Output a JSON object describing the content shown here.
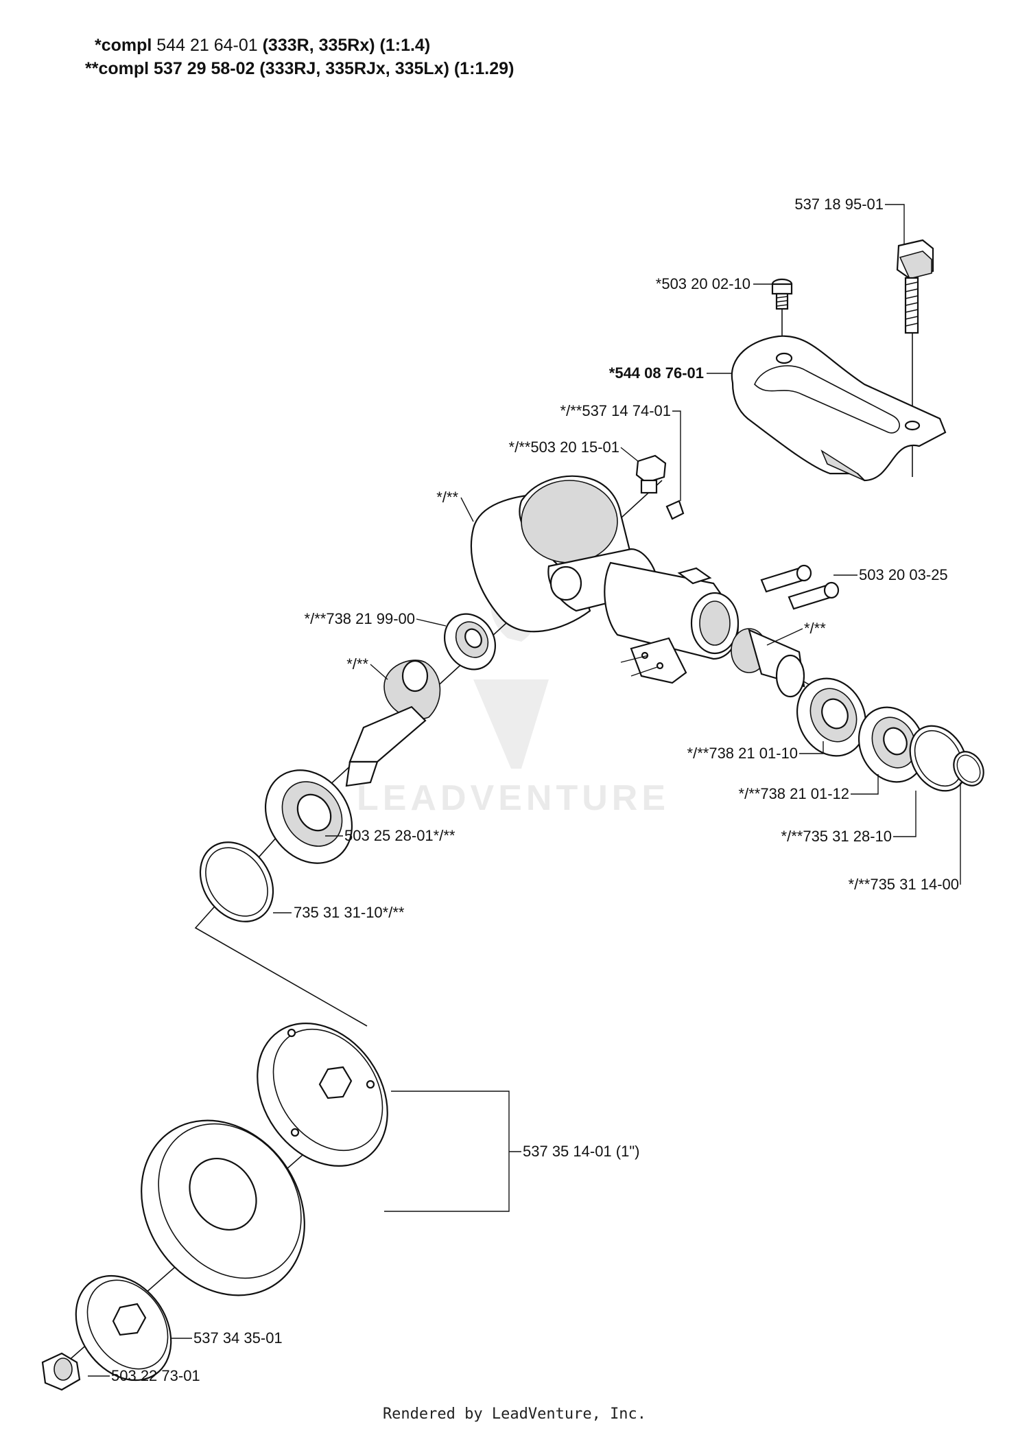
{
  "header": {
    "line1": {
      "prefix": "*compl",
      "number": " 544 21 64-01 ",
      "models": "(333R, 335Rx) (1:1.4)"
    },
    "line2": {
      "prefix": "**compl",
      "number": " 537 29 58-02 ",
      "models": "(333RJ, 335RJx, 335Lx) (1:1.29)"
    }
  },
  "watermark": {
    "text": "LEADVENTURE",
    "color": "#e6e6e6"
  },
  "footer": {
    "text": "Rendered by LeadVenture, Inc."
  },
  "callouts": [
    {
      "id": "c1",
      "label": "537 18 95-01",
      "bold": false
    },
    {
      "id": "c2",
      "label": "*503 20 02-10",
      "bold": false
    },
    {
      "id": "c3",
      "label": "*544 08 76-01",
      "bold": true
    },
    {
      "id": "c4",
      "label": "*/**537 14 74-01",
      "bold": false
    },
    {
      "id": "c5",
      "label": "*/**503 20 15-01",
      "bold": false
    },
    {
      "id": "c6",
      "label": "*/**",
      "bold": false
    },
    {
      "id": "c7",
      "label": "503 20 03-25",
      "bold": false
    },
    {
      "id": "c8",
      "label": "*/**738 21 99-00",
      "bold": false
    },
    {
      "id": "c9",
      "label": "*/**",
      "bold": false
    },
    {
      "id": "c10",
      "label": "*/**",
      "bold": false
    },
    {
      "id": "c11",
      "label": "*/**738 21 01-10",
      "bold": false
    },
    {
      "id": "c12",
      "label": "*/**738 21 01-12",
      "bold": false
    },
    {
      "id": "c13",
      "label": "503 25 28-01*/**",
      "bold": false
    },
    {
      "id": "c14",
      "label": "*/**735 31 28-10",
      "bold": false
    },
    {
      "id": "c15",
      "label": "*/**735 31 14-00",
      "bold": false
    },
    {
      "id": "c16",
      "label": "735 31 31-10*/**",
      "bold": false
    },
    {
      "id": "c17",
      "label": "537 35 14-01 (1\")",
      "bold": false
    },
    {
      "id": "c18",
      "label": "537 34 35-01",
      "bold": false
    },
    {
      "id": "c19",
      "label": "503 22 73-01",
      "bold": false
    }
  ]
}
